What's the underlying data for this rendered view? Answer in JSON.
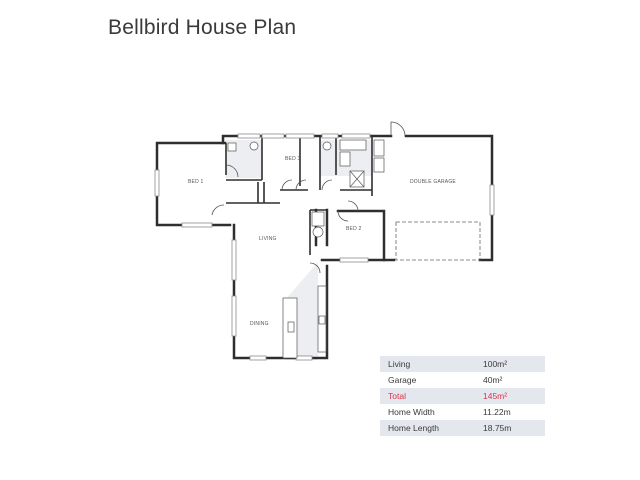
{
  "header": {
    "title": "Bellbird House Plan"
  },
  "plan": {
    "rooms": [
      {
        "id": "bed1",
        "label": "BED 1"
      },
      {
        "id": "bed3",
        "label": "BED 3"
      },
      {
        "id": "bed2",
        "label": "BED 2"
      },
      {
        "id": "garage",
        "label": "DOUBLE GARAGE"
      },
      {
        "id": "living",
        "label": "LIVING"
      },
      {
        "id": "dining",
        "label": "DINING"
      }
    ],
    "wall_color": "#2e2e2e",
    "window_color": "#9a9a9a",
    "wet_area_color": "#e9ebef"
  },
  "specs": {
    "rows": [
      {
        "label": "Living",
        "value": "100m²",
        "shaded": true,
        "highlight": false
      },
      {
        "label": "Garage",
        "value": "40m²",
        "shaded": false,
        "highlight": false
      },
      {
        "label": "Total",
        "value": "145m²",
        "shaded": true,
        "highlight": true
      },
      {
        "label": "Home Width",
        "value": "11.22m",
        "shaded": false,
        "highlight": false
      },
      {
        "label": "Home Length",
        "value": "18.75m",
        "shaded": true,
        "highlight": false
      }
    ],
    "shade_color": "#e4e7ee",
    "highlight_color": "#d9354a"
  }
}
